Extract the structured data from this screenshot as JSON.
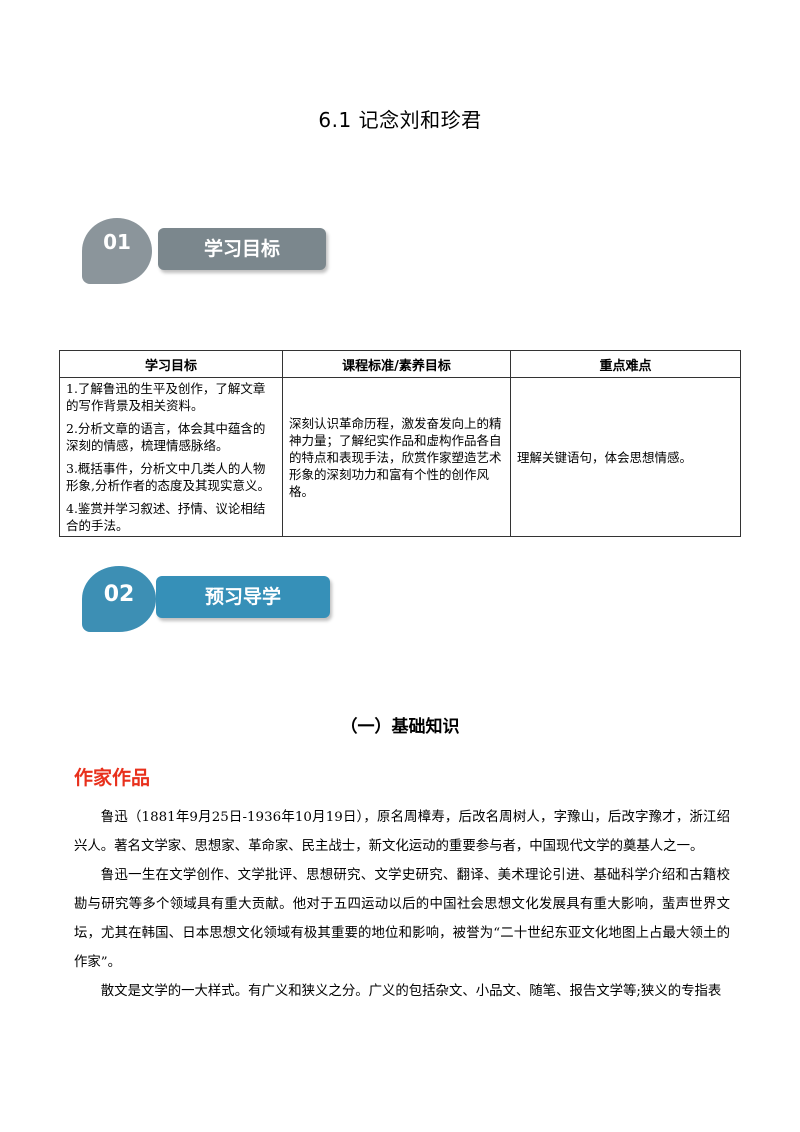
{
  "page_title": "6.1  记念刘和珍君",
  "section1": {
    "number": "01",
    "label": "学习目标"
  },
  "section2": {
    "number": "02",
    "label": "预习导学"
  },
  "table": {
    "headers": [
      "学习目标",
      "课程标准/素养目标",
      "重点难点"
    ],
    "goals": [
      "1.了解鲁迅的生平及创作，了解文章的写作背景及相关资料。",
      "2.分析文章的语言，体会其中蕴含的深刻的情感，梳理情感脉络。",
      "3.概括事件，分析文中几类人的人物形象,分析作者的态度及其现实意义。",
      "4.鉴赏并学习叙述、抒情、议论相结合的手法。"
    ],
    "standard": "深刻认识革命历程，激发奋发向上的精神力量；了解纪实作品和虚构作品各自的特点和表现手法，欣赏作家塑造艺术形象的深刻功力和富有个性的创作风格。",
    "key_points": "理解关键语句，体会思想情感。"
  },
  "subsection_title": "（一）基础知识",
  "red_heading": "作家作品",
  "paragraphs": [
    "鲁迅（1881年9月25日-1936年10月19日），原名周樟寿，后改名周树人，字豫山，后改字豫才，浙江绍兴人。著名文学家、思想家、革命家、民主战士，新文化运动的重要参与者，中国现代文学的奠基人之一。",
    "鲁迅一生在文学创作、文学批评、思想研究、文学史研究、翻译、美术理论引进、基础科学介绍和古籍校勘与研究等多个领域具有重大贡献。他对于五四运动以后的中国社会思想文化发展具有重大影响，蜚声世界文坛，尤其在韩国、日本思想文化领域有极其重要的地位和影响，被誉为“二十世纪东亚文化地图上占最大领土的作家”。",
    "散文是文学的一大样式。有广义和狭义之分。广义的包括杂文、小品文、随笔、报告文学等;狭义的专指表"
  ]
}
